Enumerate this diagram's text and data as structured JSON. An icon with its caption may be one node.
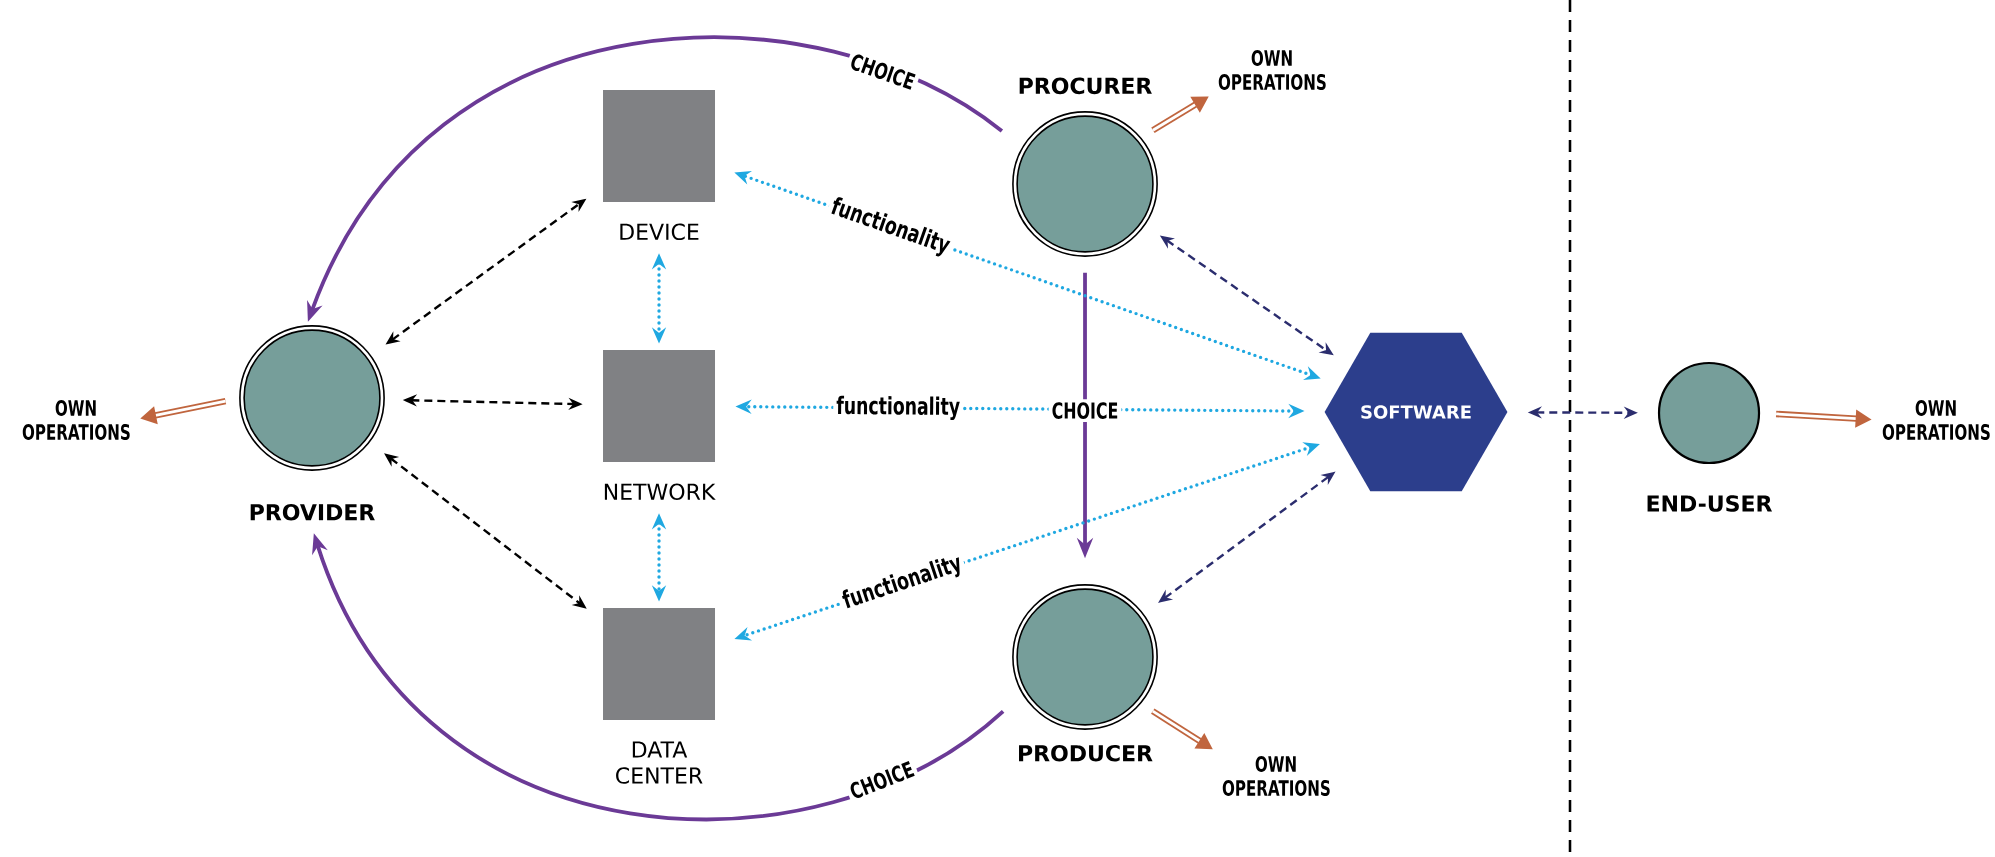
{
  "diagram": {
    "nodes": [
      {
        "text": [
          "PROCURER"
        ]
      },
      {
        "text": [
          "OWN OPERATIONS"
        ]
      },
      {
        "text": [
          "DEVICE"
        ]
      },
      {
        "text": [
          "OWN OPERATIONS"
        ]
      },
      {
        "text": [
          "PROVIDER"
        ]
      },
      {
        "text": [
          "NETWORK"
        ]
      },
      {
        "text": [
          "SOFTWARE"
        ]
      },
      {
        "text": [
          "END-USER"
        ]
      },
      {
        "text": [
          "OWN OPERATIONS"
        ]
      },
      {
        "text": [
          "PRODUCER"
        ]
      },
      {
        "text": [
          "DATA CENTER"
        ]
      },
      {
        "text": [
          "OWN OPERATIONS"
        ]
      }
    ],
    "edges": [
      {
        "from": 0,
        "to": 4,
        "arrow": "to",
        "label": "CHOICE",
        "color": "#6b3a96"
      },
      {
        "from": 9,
        "to": 4,
        "arrow": "to",
        "label": "CHOICE",
        "color": "#6b3a96"
      },
      {
        "from": 0,
        "to": 9,
        "arrow": "to",
        "label": "CHOICE",
        "color": "#6b3a96"
      },
      {
        "from": 0,
        "to": 1,
        "arrow": "to",
        "style": "thick",
        "color": "#c0653e"
      },
      {
        "from": 4,
        "to": 3,
        "arrow": "to",
        "style": "thick",
        "color": "#c0653e"
      },
      {
        "from": 9,
        "to": 11,
        "arrow": "to",
        "style": "thick",
        "color": "#c0653e"
      },
      {
        "from": 7,
        "to": 8,
        "arrow": "to",
        "style": "thick",
        "color": "#c0653e"
      },
      {
        "from": 4,
        "to": 2,
        "arrow": "both",
        "style": "dashed",
        "color": "#000000"
      },
      {
        "from": 4,
        "to": 5,
        "arrow": "both",
        "style": "dashed",
        "color": "#000000"
      },
      {
        "from": 4,
        "to": 10,
        "arrow": "both",
        "style": "dashed",
        "color": "#000000"
      },
      {
        "from": 2,
        "to": 5,
        "arrow": "both",
        "style": "dashed"
      },
      {
        "from": 5,
        "to": 10,
        "arrow": "both",
        "style": "dashed"
      },
      {
        "from": 6,
        "to": 2,
        "arrow": "both",
        "label": "functionality",
        "style": "dashed"
      },
      {
        "from": 6,
        "to": 5,
        "arrow": "both",
        "label": "functionality",
        "style": "dashed"
      },
      {
        "from": 6,
        "to": 10,
        "arrow": "both",
        "label": "functionality",
        "style": "dashed"
      },
      {
        "from": 0,
        "to": 6,
        "arrow": "both",
        "style": "dashed",
        "color": "#2b2d6e"
      },
      {
        "from": 9,
        "to": 6,
        "arrow": "both",
        "style": "dashed",
        "color": "#2b2d6e"
      },
      {
        "from": 6,
        "to": 7,
        "arrow": "both",
        "style": "dashed",
        "color": "#2b2d6e"
      }
    ]
  }
}
